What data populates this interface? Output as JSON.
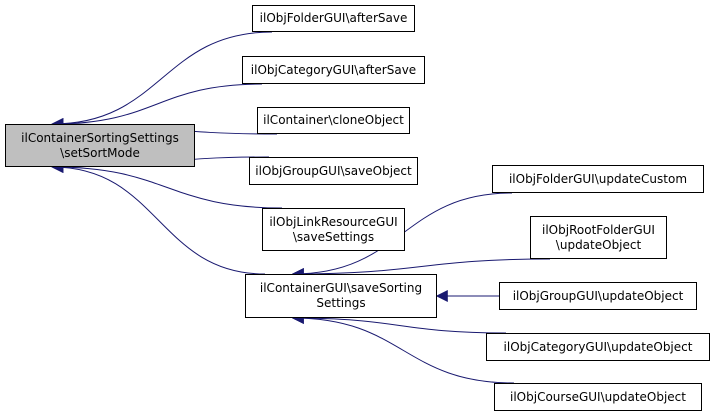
{
  "colors": {
    "edge": "#191970",
    "root_fill": "#bfbfbf",
    "node_fill": "#ffffff",
    "border": "#000000"
  },
  "nodes": {
    "root": [
      "ilContainerSortingSettings",
      "\\setSortMode"
    ],
    "folder_after_save": [
      "ilObjFolderGUI\\afterSave"
    ],
    "category_after_save": [
      "ilObjCategoryGUI\\afterSave"
    ],
    "container_clone": [
      "ilContainer\\cloneObject"
    ],
    "group_save": [
      "ilObjGroupGUI\\saveObject"
    ],
    "link_resource_save": [
      "ilObjLinkResourceGUI",
      "\\saveSettings"
    ],
    "container_gui_save_sorting": [
      "ilContainerGUI\\saveSorting",
      "Settings"
    ],
    "folder_update_custom": [
      "ilObjFolderGUI\\updateCustom"
    ],
    "root_folder_update": [
      "ilObjRootFolderGUI",
      "\\updateObject"
    ],
    "group_update": [
      "ilObjGroupGUI\\updateObject"
    ],
    "category_update": [
      "ilObjCategoryGUI\\updateObject"
    ],
    "course_update": [
      "ilObjCourseGUI\\updateObject"
    ]
  },
  "edges": [
    [
      "folder_after_save",
      "root"
    ],
    [
      "category_after_save",
      "root"
    ],
    [
      "container_clone",
      "root"
    ],
    [
      "group_save",
      "root"
    ],
    [
      "link_resource_save",
      "root"
    ],
    [
      "container_gui_save_sorting",
      "root"
    ],
    [
      "folder_update_custom",
      "container_gui_save_sorting"
    ],
    [
      "root_folder_update",
      "container_gui_save_sorting"
    ],
    [
      "group_update",
      "container_gui_save_sorting"
    ],
    [
      "category_update",
      "container_gui_save_sorting"
    ],
    [
      "course_update",
      "container_gui_save_sorting"
    ]
  ]
}
